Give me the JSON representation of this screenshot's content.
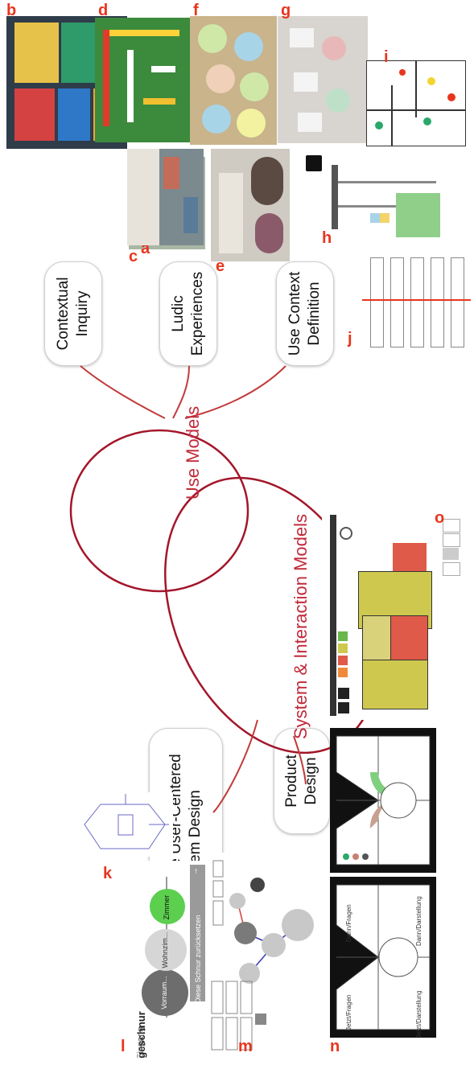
{
  "panel_letters": [
    "a",
    "b",
    "c",
    "d",
    "e",
    "f",
    "g",
    "h",
    "i",
    "j",
    "k",
    "l",
    "m",
    "n",
    "o"
  ],
  "concepts": {
    "contextual_inquiry": "Contextual Inquiry",
    "ludic_experiences": "Ludic Experiences",
    "use_context_definition": "Use Context Definition",
    "interactive_system_design": "Interactive User-Centered System Design",
    "product_design": "Product Design"
  },
  "models": {
    "use_models": "Use Models",
    "system_interaction_models": "System & Interaction Models"
  },
  "panel_l": {
    "title": "Wegeschnur",
    "entry": "Eingang",
    "nodes": [
      "Vorraum...",
      "Wohnzim...",
      "Zimmer"
    ],
    "reset_button": "Diese Schnur zurücksetzen"
  },
  "panel_n": {
    "quadrants": [
      "Jetzt/Fragen",
      "Dann/Fragen",
      "Jetzt/Darstellung",
      "Dann/Darstellung"
    ]
  },
  "colors": {
    "accent_red": "#e8351e",
    "dark_red": "#a3162a",
    "green_node": "#5ccf4f"
  }
}
